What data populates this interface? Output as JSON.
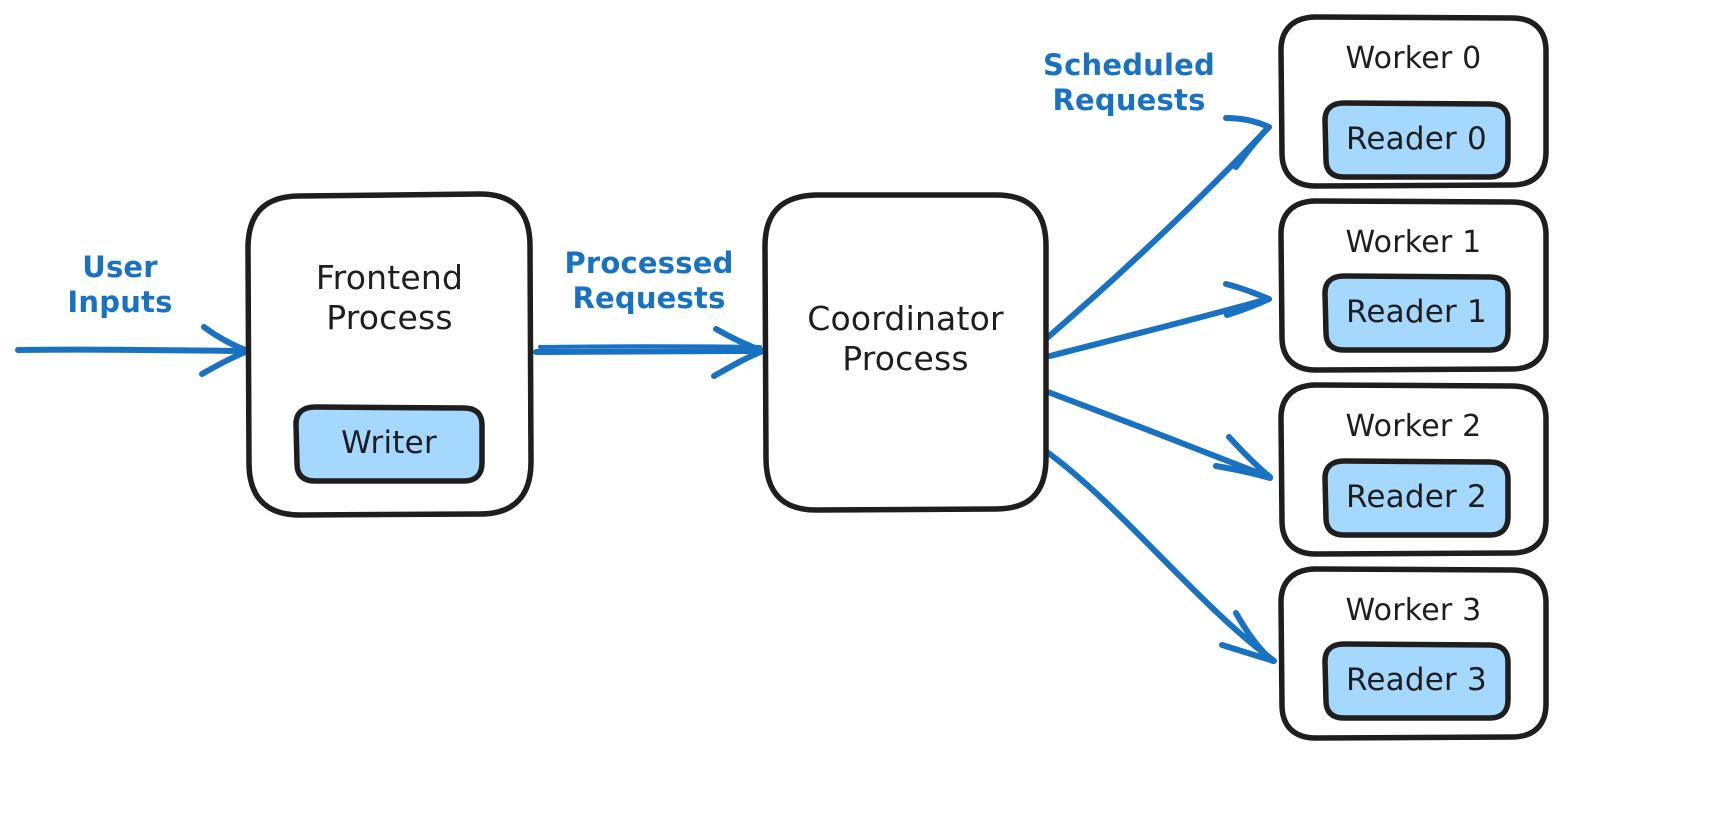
{
  "diagram": {
    "type": "architecture-flow",
    "title": "Frontend / Coordinator / Worker process architecture",
    "style": "hand-drawn",
    "background": "#ffffff",
    "colors": {
      "stroke": "#1e1e1e",
      "text": "#1e1e1e",
      "accent_blue": "#1971c2",
      "chip_fill": "#a5d8ff",
      "chip_stroke": "#1e1e1e"
    },
    "nodes": [
      {
        "id": "frontend",
        "label": "Frontend\nProcess",
        "kind": "process"
      },
      {
        "id": "coordinator",
        "label": "Coordinator\nProcess",
        "kind": "process"
      },
      {
        "id": "worker0",
        "label": "Worker 0",
        "kind": "worker"
      },
      {
        "id": "worker1",
        "label": "Worker 1",
        "kind": "worker"
      },
      {
        "id": "worker2",
        "label": "Worker 2",
        "kind": "worker"
      },
      {
        "id": "worker3",
        "label": "Worker 3",
        "kind": "worker"
      }
    ],
    "chips": [
      {
        "id": "writer",
        "label": "Writer",
        "parent": "frontend"
      },
      {
        "id": "reader0",
        "label": "Reader 0",
        "parent": "worker0"
      },
      {
        "id": "reader1",
        "label": "Reader 1",
        "parent": "worker1"
      },
      {
        "id": "reader2",
        "label": "Reader 2",
        "parent": "worker2"
      },
      {
        "id": "reader3",
        "label": "Reader 3",
        "parent": "worker3"
      }
    ],
    "edges": [
      {
        "id": "user-inputs",
        "label": "User\nInputs",
        "from": "user",
        "to": "frontend"
      },
      {
        "id": "processed-requests",
        "label": "Processed\nRequests",
        "from": "frontend",
        "to": "coordinator"
      },
      {
        "id": "scheduled-requests",
        "label": "Scheduled\nRequests",
        "from": "coordinator",
        "to": "worker0"
      },
      {
        "id": "coord-to-worker1",
        "label": "",
        "from": "coordinator",
        "to": "worker1"
      },
      {
        "id": "coord-to-worker2",
        "label": "",
        "from": "coordinator",
        "to": "worker2"
      },
      {
        "id": "coord-to-worker3",
        "label": "",
        "from": "coordinator",
        "to": "worker3"
      }
    ]
  }
}
